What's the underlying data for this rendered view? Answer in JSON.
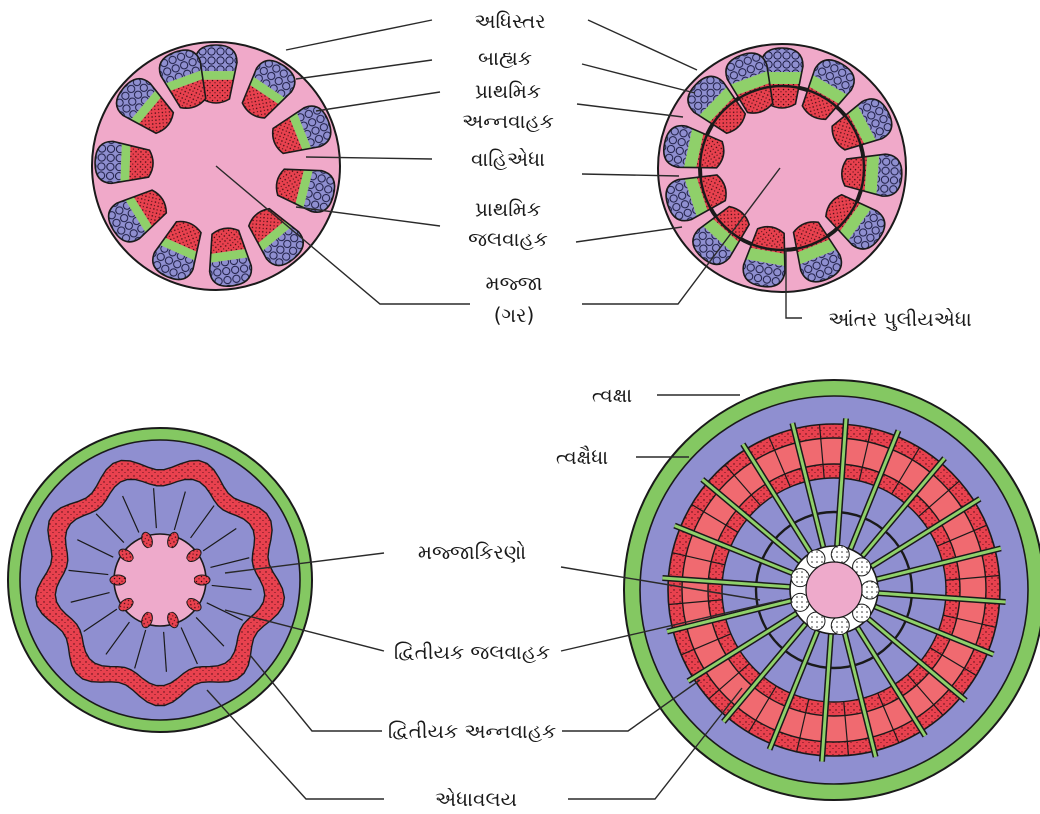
{
  "labels": {
    "epidermis": "અધિસ્તર",
    "cortex": "બાહ્યક",
    "primary_phloem_1": "પ્રાથમિક",
    "primary_phloem_2": "અન્નવાહક",
    "cambium": "વાહિએધા",
    "primary_xylem_1": "પ્રાથમિક",
    "primary_xylem_2": "જલવાહક",
    "pith_1": "મજ્જા",
    "pith_2": "(ગર)",
    "interfascicular_cambium": "આંતર પુલીયએધા",
    "cork": "ત્વક્ષા",
    "cork_cambium": "ત્વક્ષૈધા",
    "medullary_rays": "મજ્જાકિરણો",
    "secondary_xylem": "દ્વિતીયક જલવાહક",
    "secondary_phloem": "દ્વિતીયક અન્નવાહક",
    "vascular_cambium_ring": "એધાવલય"
  },
  "colors": {
    "pith_pink": "#eeaacb",
    "cortex_pink": "#f0a9c9",
    "phloem_blue": "#8f8fd0",
    "xylem_red": "#e8414e",
    "xylem_light": "#f06a70",
    "cambium_green": "#8fd06a",
    "cork_green": "#84c862",
    "outline": "#1a1a1a"
  }
}
